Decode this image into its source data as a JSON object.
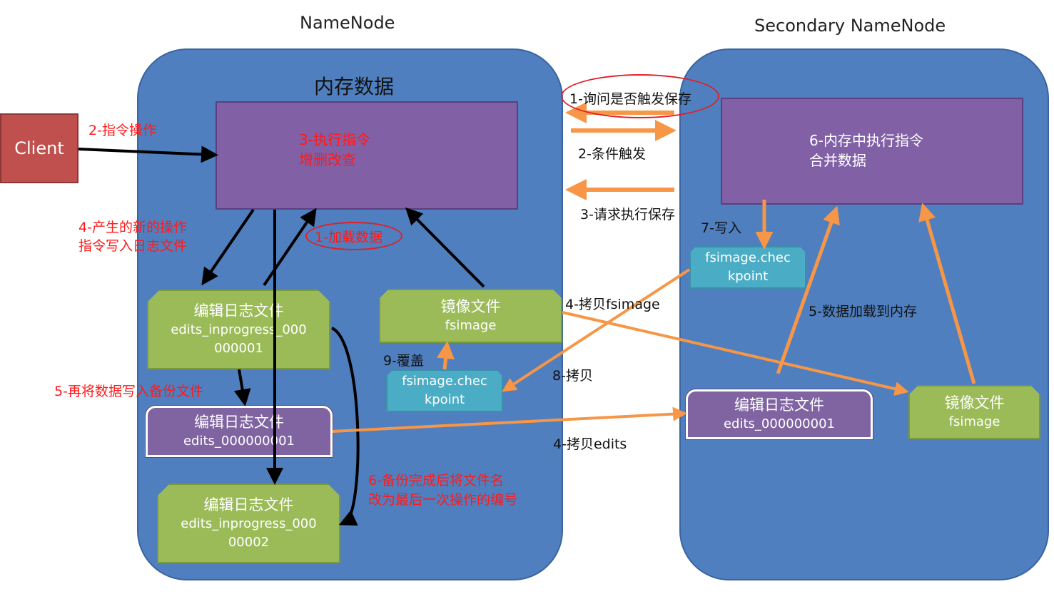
{
  "namenode": {
    "title": "NameNode",
    "memory_title": "内存数据",
    "exec_box": {
      "line1": "3-执行指令",
      "line2": "增删改查"
    },
    "edits_inprogress_1": {
      "line1": "编辑日志文件",
      "line2": "edits_inprogress_000",
      "line3": "000001"
    },
    "edits_backup": {
      "line1": "编辑日志文件",
      "line2": "edits_000000001"
    },
    "edits_inprogress_2": {
      "line1": "编辑日志文件",
      "line2": "edits_inprogress_000",
      "line3": "00002"
    },
    "fsimage": {
      "line1": "镜像文件",
      "line2": "fsimage"
    },
    "fsimage_ckpt": {
      "line1": "fsimage.chec",
      "line2": "kpoint"
    }
  },
  "secondary": {
    "title": "Secondary  NameNode",
    "exec_box": {
      "line1": "6-内存中执行指令",
      "line2": "合并数据"
    },
    "fsimage_ckpt": {
      "line1": "fsimage.chec",
      "line2": "kpoint"
    },
    "edits": {
      "line1": "编辑日志文件",
      "line2": "edits_000000001"
    },
    "fsimage": {
      "line1": "镜像文件",
      "line2": "fsimage"
    }
  },
  "client": {
    "label": "Client"
  },
  "labels": {
    "cmd_op": "2-指令操作",
    "new_op_1": "4-产生的新的操作",
    "new_op_2": "指令写入日志文件",
    "load_data": "1-加载数据",
    "write_backup": "5-再将数据写入备份文件",
    "rename_1": "6-备份完成后将文件名",
    "rename_2": "改为最后一次操作的编号",
    "overwrite": "9-覆盖",
    "ask_trigger": "1-询问是否触发保存",
    "condition": "2-条件触发",
    "request_save": "3-请求执行保存",
    "copy_fsimage": "4-拷贝fsimage",
    "copy": "8-拷贝",
    "copy_edits": "4-拷贝edits",
    "write": "7-写入",
    "load_memory": "5-数据加载到内存"
  },
  "colors": {
    "panel": "#4f7fbf",
    "purple": "#8160a6",
    "green": "#9bbb59",
    "teal": "#4bacc6",
    "client": "#c0504d",
    "orange_arrow": "#f79646",
    "red_text": "#ff1a1a"
  }
}
